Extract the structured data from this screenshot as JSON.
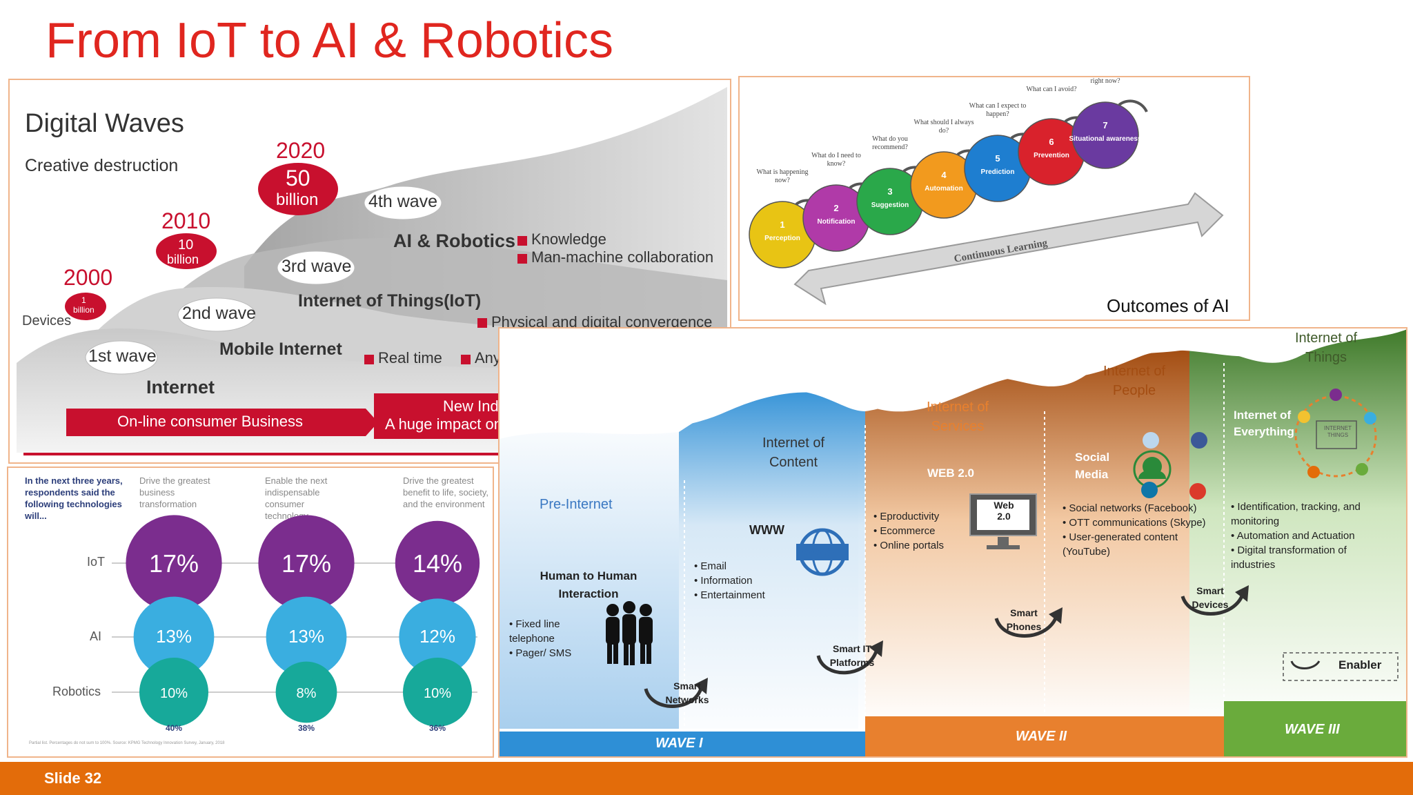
{
  "slide": {
    "title": "From IoT to AI & Robotics",
    "number": "Slide 32"
  },
  "colors": {
    "title": "#e0261f",
    "accent_red": "#c8102e",
    "footer": "#e36c0a",
    "wave1": "#2e8fd6",
    "wave2": "#e8802e",
    "wave3": "#6aab3c",
    "purple": "#7b2d8e",
    "blue": "#3aaee0",
    "teal": "#17a99a"
  },
  "digital_waves": {
    "title": "Digital Waves",
    "subtitle": "Creative destruction",
    "years": [
      {
        "year": "2000",
        "amount": "1",
        "unit": "billion"
      },
      {
        "year": "2010",
        "amount": "10",
        "unit": "billion"
      },
      {
        "year": "2020",
        "amount": "50",
        "unit": "billion"
      }
    ],
    "devices_label": "Devices",
    "waves": [
      {
        "label": "1st wave",
        "name": "Internet"
      },
      {
        "label": "2nd wave",
        "name": "Mobile Internet"
      },
      {
        "label": "3rd wave",
        "name": "Internet of Things(IoT)"
      },
      {
        "label": "4th wave",
        "name": "AI & Robotics"
      }
    ],
    "features": {
      "knowledge": "Knowledge",
      "collab": "Man-machine collaboration",
      "convergence": "Physical and digital convergence",
      "realtime": "Real time",
      "anywhere": "Anywhere"
    },
    "banner_left": "On-line consumer Business",
    "banner_right_1": "New Industrial Revolution",
    "banner_right_2": "A huge impact on every industry and society"
  },
  "ai_outcomes": {
    "caption": "Outcomes of AI",
    "arrow_label": "Continuous Learning",
    "steps": [
      {
        "n": "1",
        "name": "Perception",
        "question": "What is happening now?",
        "color": "#e8c414"
      },
      {
        "n": "2",
        "name": "Notification",
        "question": "What do I need to know?",
        "color": "#b03aa8"
      },
      {
        "n": "3",
        "name": "Suggestion",
        "question": "What do you recommend?",
        "color": "#2aa84a"
      },
      {
        "n": "4",
        "name": "Automation",
        "question": "What should I always do?",
        "color": "#f29a1e"
      },
      {
        "n": "5",
        "name": "Prediction",
        "question": "What can I expect to happen?",
        "color": "#1e7ed0"
      },
      {
        "n": "6",
        "name": "Prevention",
        "question": "What can I avoid?",
        "color": "#d9222c"
      },
      {
        "n": "7",
        "name": "Situational awareness",
        "question": "What do I need To do right now?",
        "color": "#6a3aa0"
      }
    ]
  },
  "survey": {
    "intro": "In the next three years, respondents said the following technologies will...",
    "columns": [
      {
        "header": "Drive the greatest business transformation",
        "total": "40%"
      },
      {
        "header": "Enable the next indispensable consumer technology",
        "total": "38%"
      },
      {
        "header": "Drive the greatest benefit to life, society, and the environment",
        "total": "36%"
      }
    ],
    "rows": [
      {
        "label": "IoT",
        "values": [
          "17%",
          "17%",
          "14%"
        ]
      },
      {
        "label": "AI",
        "values": [
          "13%",
          "13%",
          "12%"
        ]
      },
      {
        "label": "Robotics",
        "values": [
          "10%",
          "8%",
          "10%"
        ]
      }
    ],
    "footnote": "Partial list. Percentages do not sum to 100%. Source: KPMG Technology Innovation Survey, January, 2018"
  },
  "internet_evolution": {
    "stages": {
      "pre_internet": "Pre-Internet",
      "content": "Internet of Content",
      "services": "Internet of Services",
      "people": "Internet of People",
      "things": "Internet of Things"
    },
    "h2h": {
      "title": "Human to Human Interaction",
      "items": [
        "Fixed line telephone",
        "Pager/ SMS"
      ]
    },
    "www": {
      "title": "WWW",
      "globe": "WWW",
      "items": [
        "Email",
        "Information",
        "Entertainment"
      ]
    },
    "web2": {
      "title": "WEB 2.0",
      "screen": "Web 2.0",
      "items": [
        "Eproductivity",
        "Ecommerce",
        "Online portals"
      ]
    },
    "social": {
      "title": "Social Media",
      "items": [
        "Social networks (Facebook)",
        "OTT communications (Skype)",
        "User-generated content (YouTube)"
      ]
    },
    "ioe": {
      "title": "Internet of Everything",
      "hub": "INTERNET THINGS",
      "items": [
        "Identification, tracking, and monitoring",
        "Automation and Actuation",
        "Digital transformation of industries"
      ]
    },
    "enablers": {
      "networks": "Smart Networks",
      "platforms": "Smart IT Platforms",
      "phones": "Smart Phones",
      "devices": "Smart Devices",
      "legend": "Enabler"
    },
    "waves": [
      "WAVE I",
      "WAVE II",
      "WAVE III"
    ]
  }
}
